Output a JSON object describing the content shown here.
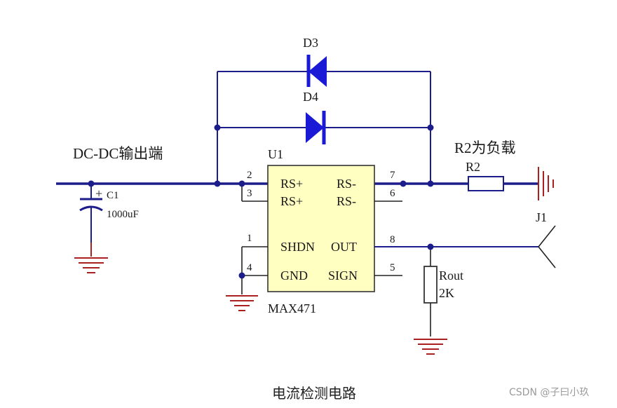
{
  "colors": {
    "wire": "#1c1c8a",
    "diode_fill": "#1a1ad6",
    "chip_fill": "#ffffc2",
    "ground": "#a82020",
    "junction": "#1c1c8a"
  },
  "labels": {
    "d3": "D3",
    "d4": "D4",
    "input": "DC-DC输出端",
    "u1": "U1",
    "load": "R2为负载",
    "r2": "R2",
    "c1": "C1",
    "c1_value": "1000uF",
    "c1_polarity": "+",
    "j1": "J1",
    "rout": "Rout",
    "rout_value": "2K",
    "chip_name": "MAX471",
    "caption": "电流检测电路",
    "watermark": "CSDN @子曰小玖"
  },
  "chip": {
    "pins_left": [
      {
        "num": "2",
        "name": "RS+"
      },
      {
        "num": "3",
        "name": "RS+"
      },
      {
        "num": "1",
        "name": "SHDN"
      },
      {
        "num": "4",
        "name": "GND"
      }
    ],
    "pins_right": [
      {
        "num": "7",
        "name": "RS-"
      },
      {
        "num": "6",
        "name": "RS-"
      },
      {
        "num": "8",
        "name": "OUT"
      },
      {
        "num": "5",
        "name": "SIGN"
      }
    ]
  },
  "icons": {
    "diode": "diode-icon",
    "ground": "ground-icon",
    "capacitor": "polarized-capacitor-icon",
    "resistor": "resistor-icon",
    "connector": "connector-icon"
  }
}
